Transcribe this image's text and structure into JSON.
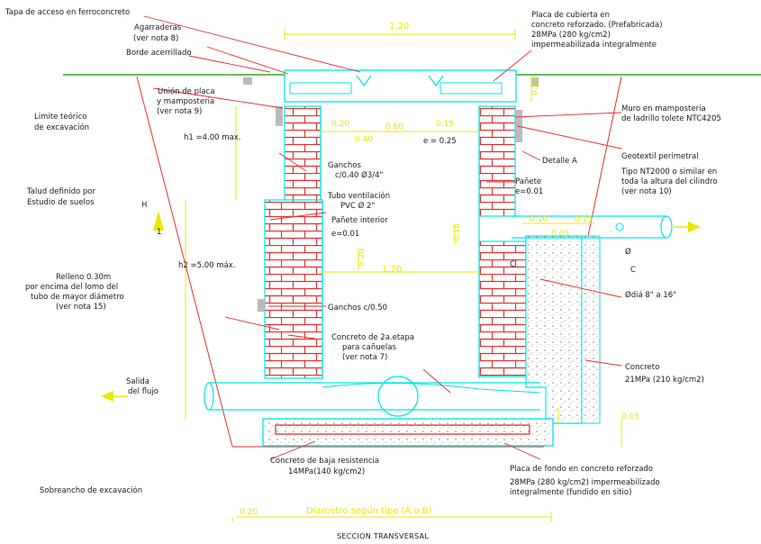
{
  "title": "SECCION TRANSVERSAL",
  "labels": {
    "tapa": "Tapa de acceso en ferroconcreto",
    "agarraderas_1": "Agarraderas",
    "agarraderas_2": "(ver nota 8)",
    "borde": "Borde acerrillado",
    "union_1": "Unión de placa",
    "union_2": "y mamposteria",
    "union_3": "(ver nota 9)",
    "limite_1": "Limite teórico",
    "limite_2": "de excavación",
    "h1": "h1 =4.00 max.",
    "talud_1": "Talud definido por",
    "talud_2": "Estudio de suelos",
    "H": "H",
    "one": "1",
    "h2": "h2 =5.00 máx.",
    "relleno_1": "Relleno 0.30m",
    "relleno_2": "por encima del lomo del",
    "relleno_3": "tubo de mayor diámetro",
    "relleno_4": "(ver nota 15)",
    "salida_1": "Salida",
    "salida_2": "del flujo",
    "sobreancho": "Sobreancho de excavación",
    "placa_cub_1": "Placa de cubierta en",
    "placa_cub_2": "concreto reforzado. (Prefabricada)",
    "placa_cub_3": "28MPa (280 kg/cm2)",
    "placa_cub_4": "impermeabilizada integralmente",
    "muro_1": "Muro en mamposteria",
    "muro_2": "de ladrillo tolete NTC4205",
    "detalle": "Detalle A",
    "geotextil_1": "Geotextil perimetral",
    "geotextil_2": "Tipo NT2000 o similar en",
    "geotextil_3": "toda la altura del cilindro",
    "geotextil_4": "(ver nota 10)",
    "ganchos_1": "Ganchos",
    "ganchos_2": "c/0.40 Ø3/4\"",
    "pañete": "Pañete",
    "e001": "e=0.01",
    "tubo_vent_1": "Tubo ventilación",
    "tubo_vent_2": "PVC Ø 2\"",
    "pañete_int": "Pañete interior",
    "e001b": "e=0.01",
    "ganchos_050": "Ganchos c/0.50",
    "concreto_2e_1": "Concreto de 2a.etapa",
    "concreto_2e_2": "para cañuelas",
    "concreto_2e_3": "(ver nota 7)",
    "c_label": "C",
    "c_label2": "C",
    "phi": "Ø",
    "tubo_diam": "Ødiá 8\" a 16\"",
    "concreto_21_1": "Concreto",
    "concreto_21_2": "21MPa (210 kg/cm2)",
    "concreto_baja_1": "Concreto de baja resistencia",
    "concreto_baja_2": "14MPa(140 kg/cm2)",
    "placa_fondo_1": "Placa de fondo en concreto reforzado",
    "placa_fondo_2": "28MPa (280 kg/cm2) impermeabilizado",
    "placa_fondo_3": "integralmente (fundido en sitio)"
  },
  "dimensions": {
    "d120": "1.20",
    "d020": "0.20",
    "d060": "0.60",
    "d015": "0.15",
    "e025": "e = 0.25",
    "d040": "0.40",
    "d020b": "0.20",
    "d010": "0.10",
    "d015b": "0.15",
    "d005a": "0.05",
    "d010b": "0.10",
    "d120b": "1.20",
    "d005": "0.05",
    "d020c": "0.20",
    "diametro": "Diametro según tipo (A o B)"
  },
  "colors": {
    "background": "#ffffff",
    "outline": "#00e5e5",
    "brick": "#e03030",
    "ground": "#009900",
    "dimension": "#e8e800",
    "leader": "#e03030",
    "text": "#1a1a1a"
  }
}
